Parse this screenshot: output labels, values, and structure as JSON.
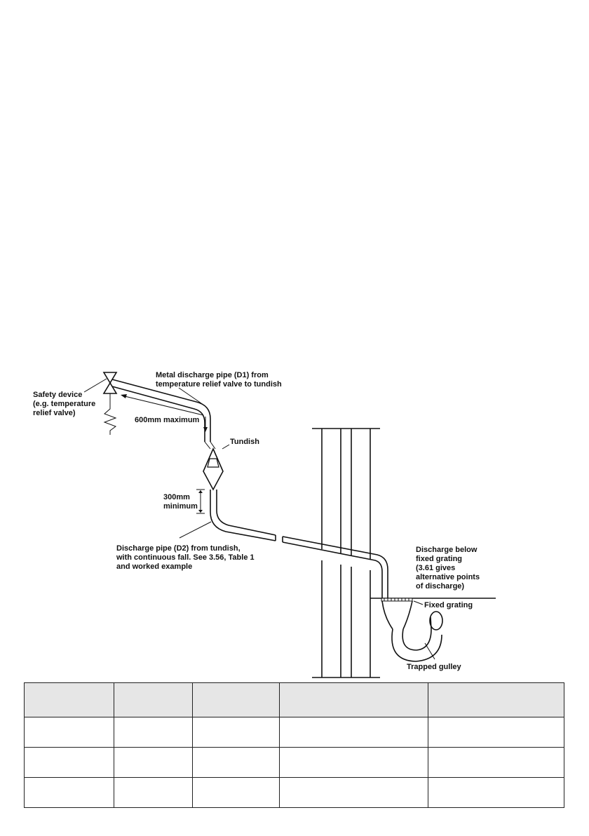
{
  "diagram": {
    "labels": {
      "metal_pipe": [
        "Metal discharge pipe (D1) from",
        "temperature relief valve to tundish"
      ],
      "safety_device": [
        "Safety device",
        "(e.g. temperature",
        "relief valve)"
      ],
      "max_length": "600mm maximum",
      "tundish": "Tundish",
      "min_length": [
        "300mm",
        "minimum"
      ],
      "discharge_pipe": [
        "Discharge pipe (D2) from tundish,",
        "with continuous fall. See 3.56, Table 1",
        "and worked example"
      ],
      "discharge_below": [
        "Discharge below",
        "fixed grating",
        "(3.61 gives",
        "alternative points",
        "of discharge)"
      ],
      "fixed_grating": "Fixed grating",
      "trapped_gulley": "Trapped gulley"
    }
  },
  "table": {
    "header": [
      "",
      "",
      "",
      "",
      ""
    ],
    "rows": [
      [
        "",
        "",
        "",
        "",
        ""
      ],
      [
        "",
        "",
        "",
        "",
        ""
      ],
      [
        "",
        "",
        "",
        "",
        ""
      ]
    ]
  }
}
